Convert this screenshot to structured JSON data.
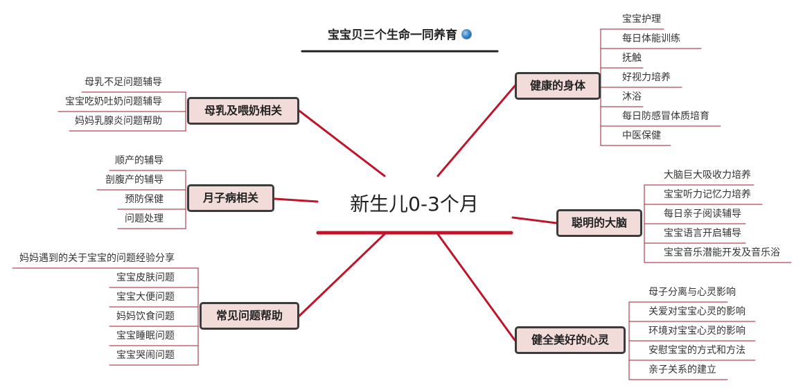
{
  "header": {
    "title": "宝宝贝三个生命一同养育",
    "icon": "globe-icon"
  },
  "central": {
    "label": "新生儿0-3个月"
  },
  "colors": {
    "connector": "#c0142a",
    "subline": "#9b1b28",
    "topic_fill": "#f1dcd9",
    "topic_border": "#3b3b3b"
  },
  "topics": {
    "healthy_body": {
      "label": "健康的身体",
      "items": [
        "宝宝护理",
        "每日体能训练",
        "抚触",
        "好视力培养",
        "沐浴",
        "每日防感冒体质培育",
        "中医保健"
      ]
    },
    "smart_brain": {
      "label": "聪明的大脑",
      "items": [
        "大脑巨大吸收力培养",
        "宝宝听力记忆力培养",
        "每日亲子阅读辅导",
        "宝宝语言开启辅导",
        "宝宝音乐潜能开发及音乐浴"
      ]
    },
    "healthy_mind": {
      "label": "健全美好的心灵",
      "items": [
        "母子分离与心灵影响",
        "关爱对宝宝心灵的影响",
        "环境对宝宝心灵的影响",
        "安慰宝宝的方式和方法",
        "亲子关系的建立"
      ]
    },
    "breastfeeding": {
      "label": "母乳及喂奶相关",
      "items": [
        "母乳不足问题辅导",
        "宝宝吃奶吐奶问题辅导",
        "妈妈乳腺炎问题帮助"
      ]
    },
    "postpartum": {
      "label": "月子病相关",
      "items": [
        "顺产的辅导",
        "剖腹产的辅导",
        "预防保健",
        "问题处理"
      ]
    },
    "common_problems": {
      "label": "常见问题帮助",
      "items": [
        "妈妈遇到的关于宝宝的问题经验分享",
        "宝宝皮肤问题",
        "宝宝大便问题",
        "妈妈饮食问题",
        "宝宝睡眠问题",
        "宝宝哭闹问题"
      ]
    }
  }
}
